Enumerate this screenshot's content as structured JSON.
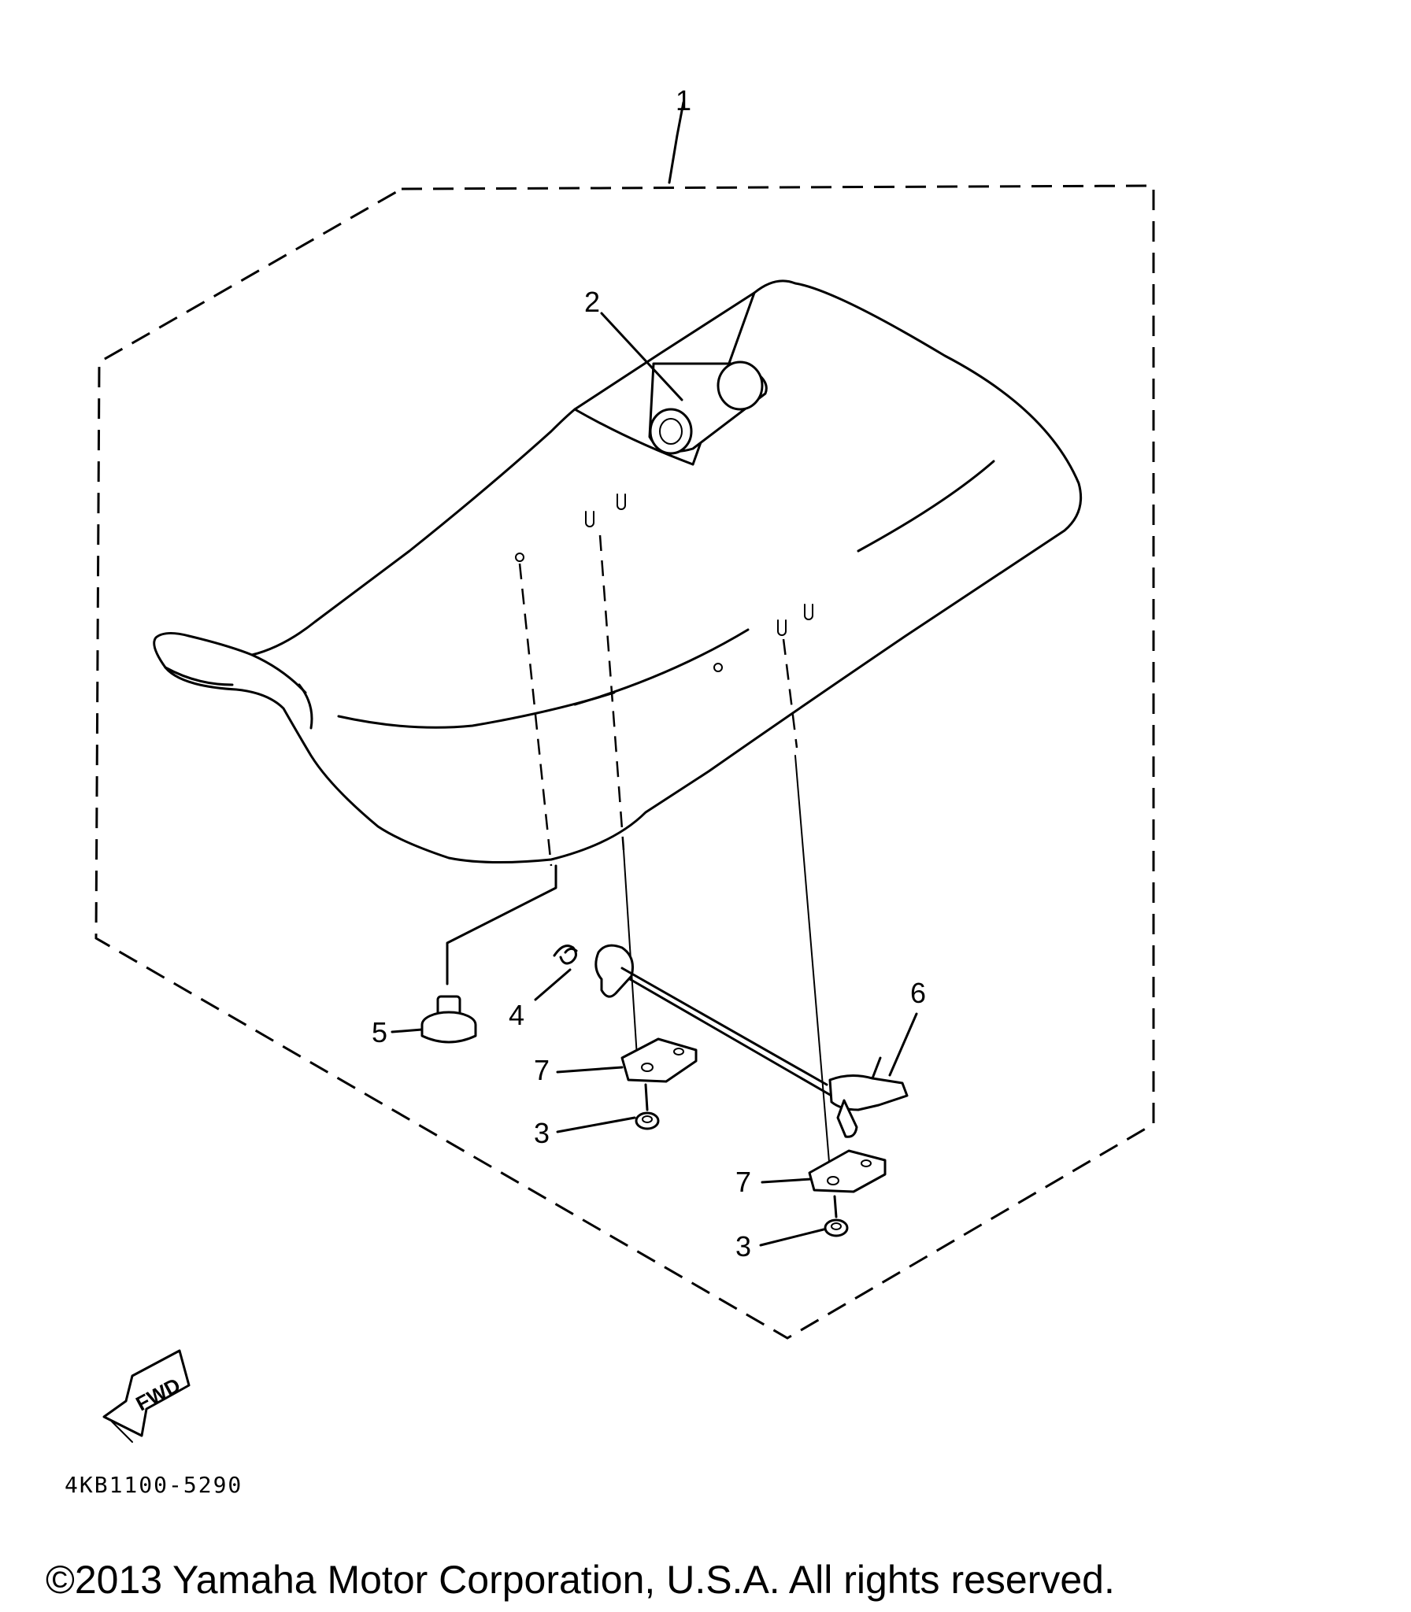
{
  "callouts": {
    "c1": "1",
    "c2": "2",
    "c3a": "3",
    "c3b": "3",
    "c4": "4",
    "c5": "5",
    "c6": "6",
    "c7a": "7",
    "c7b": "7"
  },
  "fwd_label": "FWD",
  "diagram_code": "4KB1100-5290",
  "copyright": "©2013 Yamaha Motor Corporation, U.S.A. All rights reserved."
}
